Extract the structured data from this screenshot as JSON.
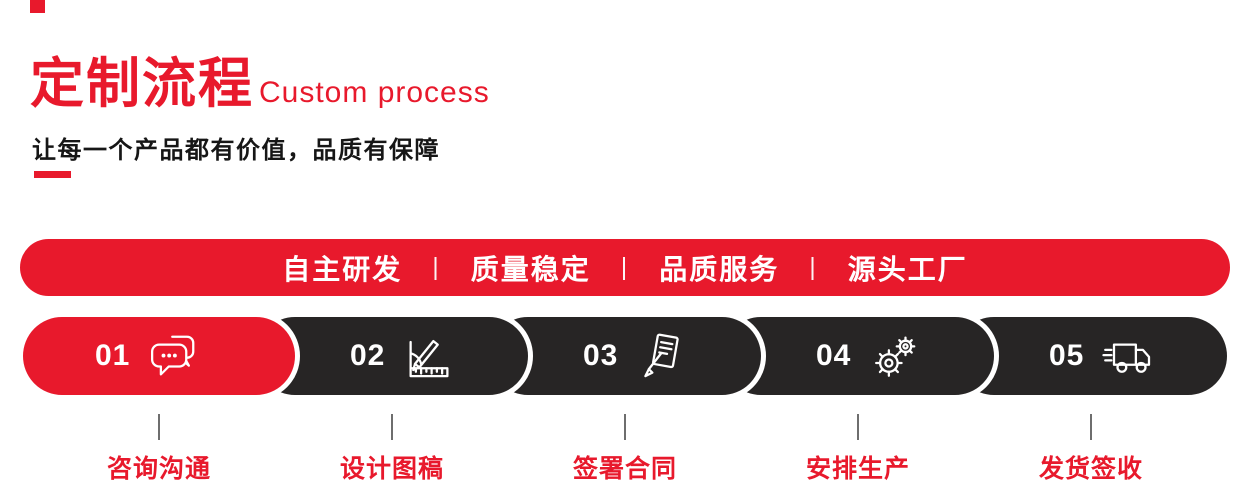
{
  "header": {
    "title_cn": "定制流程",
    "title_en": "Custom process",
    "subtitle": "让每一个产品都有价值，品质有保障"
  },
  "banner": {
    "items": [
      "自主研发",
      "质量稳定",
      "品质服务",
      "源头工厂"
    ],
    "separator": "|"
  },
  "steps": [
    {
      "number": "01",
      "label": "咨询沟通",
      "icon": "chat-bubbles-icon"
    },
    {
      "number": "02",
      "label": "设计图稿",
      "icon": "ruler-pencil-icon"
    },
    {
      "number": "03",
      "label": "签署合同",
      "icon": "contract-pen-icon"
    },
    {
      "number": "04",
      "label": "安排生产",
      "icon": "gears-icon"
    },
    {
      "number": "05",
      "label": "发货签收",
      "icon": "delivery-truck-icon"
    }
  ],
  "colors": {
    "accent": "#e8192c",
    "dark": "#272525",
    "background": "#ffffff"
  }
}
